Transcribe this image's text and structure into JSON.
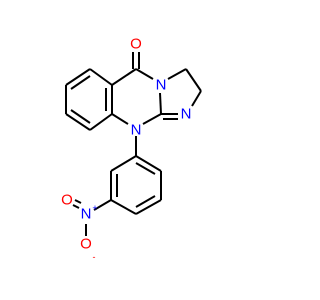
{
  "molecule": {
    "atoms": [
      {
        "label": "O",
        "color": "#ff0000"
      },
      {
        "label": "N",
        "color": "#0000ff"
      },
      {
        "label": "N",
        "color": "#0000ff"
      },
      {
        "label": "N",
        "color": "#0000ff"
      },
      {
        "label": "N",
        "color": "#0000ff",
        "charge": "+"
      },
      {
        "label": "O",
        "color": "#ff0000"
      },
      {
        "label": "O",
        "color": "#ff0000",
        "charge": "-"
      }
    ]
  }
}
